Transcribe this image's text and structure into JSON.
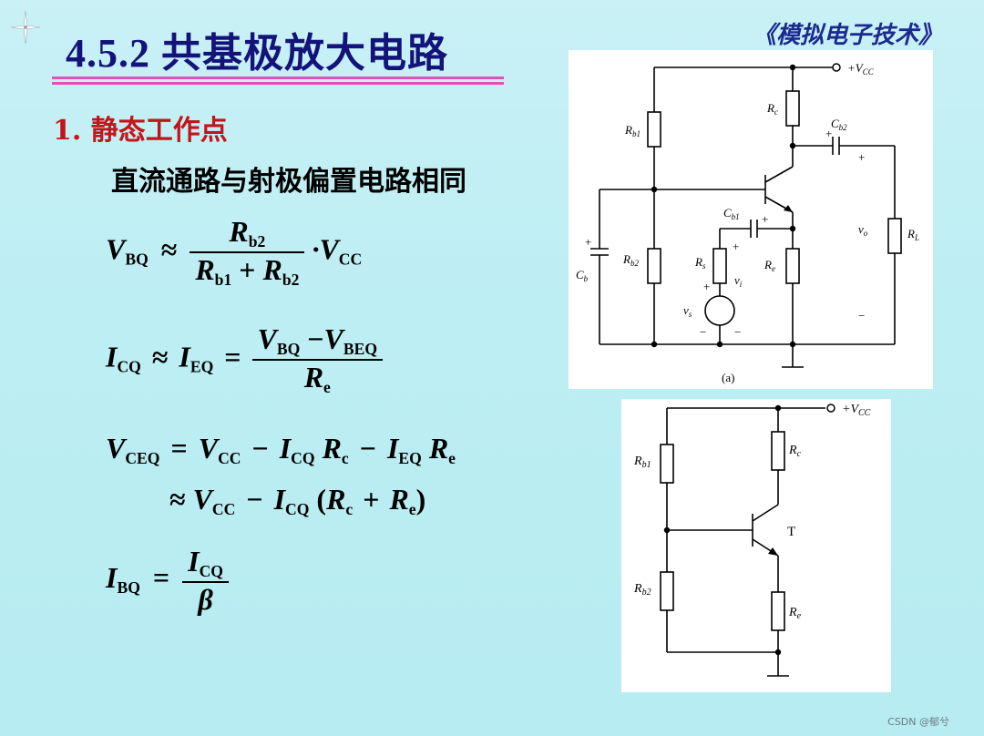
{
  "header": {
    "title": "4.5.2  共基极放大电路",
    "book": "《模拟电子技术》"
  },
  "section": {
    "heading": "1. 静态工作点",
    "subheading": "直流通路与射极偏置电路相同"
  },
  "equations": {
    "eq1": {
      "lhs": "V",
      "lhs_sub": "BQ",
      "op": "≈",
      "num": "R",
      "num_sub": "b2",
      "den_a": "R",
      "den_a_sub": "b1",
      "den_op": "+",
      "den_b": "R",
      "den_b_sub": "b2",
      "tail": "·V",
      "tail_sub": "CC"
    },
    "eq2": {
      "lhs": "I",
      "lhs_sub": "CQ",
      "op1": "≈",
      "mid": "I",
      "mid_sub": "EQ",
      "op2": "=",
      "num_a": "V",
      "num_a_sub": "BQ",
      "num_op": "−",
      "num_b": "V",
      "num_b_sub": "BEQ",
      "den": "R",
      "den_sub": "e"
    },
    "eq3": {
      "lhs": "V",
      "lhs_sub": "CEQ",
      "op": "=",
      "t1": "V",
      "t1_sub": "CC",
      "m1": "−",
      "t2": "I",
      "t2_sub": "CQ",
      "t3": "R",
      "t3_sub": "c",
      "m2": "−",
      "t4": "I",
      "t4_sub": "EQ",
      "t5": "R",
      "t5_sub": "e"
    },
    "eq4": {
      "op": "≈",
      "t1": "V",
      "t1_sub": "CC",
      "m1": "−",
      "t2": "I",
      "t2_sub": "CQ",
      "open": "(",
      "t3": "R",
      "t3_sub": "c",
      "plus": "+",
      "t4": "R",
      "t4_sub": "e",
      "close": ")"
    },
    "eq5": {
      "lhs": "I",
      "lhs_sub": "BQ",
      "op": "=",
      "num": "I",
      "num_sub": "CQ",
      "den": "β"
    }
  },
  "circuit_a": {
    "vcc": "+V",
    "vcc_sub": "CC",
    "rc": "R",
    "rc_sub": "c",
    "rb1": "R",
    "rb1_sub": "b1",
    "rb2": "R",
    "rb2_sub": "b2",
    "cb2": "C",
    "cb2_sub": "b2",
    "cb1": "C",
    "cb1_sub": "b1",
    "cb": "C",
    "cb_sub": "b",
    "rs": "R",
    "rs_sub": "s",
    "re": "R",
    "re_sub": "e",
    "rl": "R",
    "rl_sub": "L",
    "vo": "v",
    "vo_sub": "o",
    "vi": "v",
    "vi_sub": "i",
    "vs": "v",
    "vs_sub": "s",
    "plus": "+",
    "minus": "−",
    "caption": "(a)"
  },
  "circuit_b": {
    "vcc": "+V",
    "vcc_sub": "CC",
    "rc": "R",
    "rc_sub": "c",
    "rb1": "R",
    "rb1_sub": "b1",
    "rb2": "R",
    "rb2_sub": "b2",
    "re": "R",
    "re_sub": "e",
    "t": "T"
  },
  "watermark": "CSDN @郁兮"
}
